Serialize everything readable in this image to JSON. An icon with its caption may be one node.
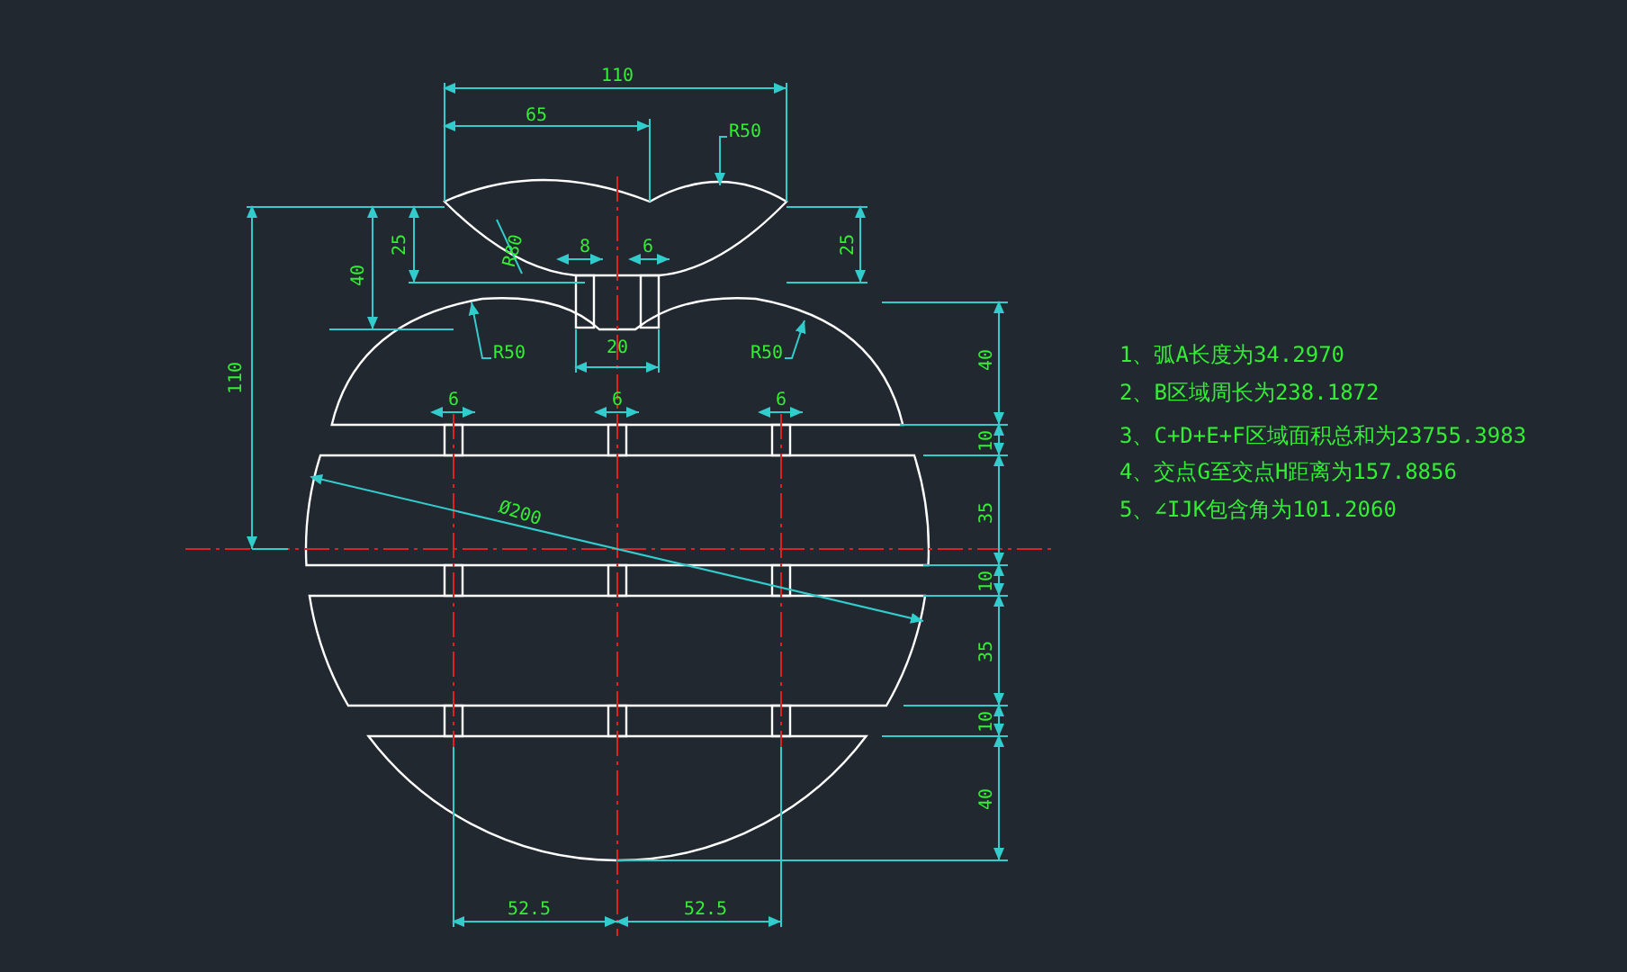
{
  "diagram": {
    "nodes": [
      {
        "text": [
          "R50"
        ]
      },
      {
        "text": [
          "R50"
        ]
      },
      {
        "text": [
          "R50"
        ]
      }
    ],
    "edges": [
      {
        "from": 0,
        "to": null,
        "arrow": "to"
      },
      {
        "from": 1,
        "to": null,
        "arrow": "to"
      },
      {
        "from": 2,
        "to": null,
        "arrow": "to"
      }
    ],
    "labels": [
      "110",
      "65",
      "25",
      "40",
      "R80",
      "8",
      "6",
      "25",
      "110",
      "20",
      "40",
      "6",
      "6",
      "6",
      "10",
      "Ø200",
      "35",
      "10",
      "35",
      "10",
      "40",
      "52.5",
      "52.5",
      "1、弧A长度为34.2970",
      "2、B区域周长为238.1872",
      "3、C+D+E+F区域面积总和为23755.3983",
      "4、交点G至交点H距离为157.8856",
      "5、∠IJK包含角为101.2060"
    ]
  }
}
